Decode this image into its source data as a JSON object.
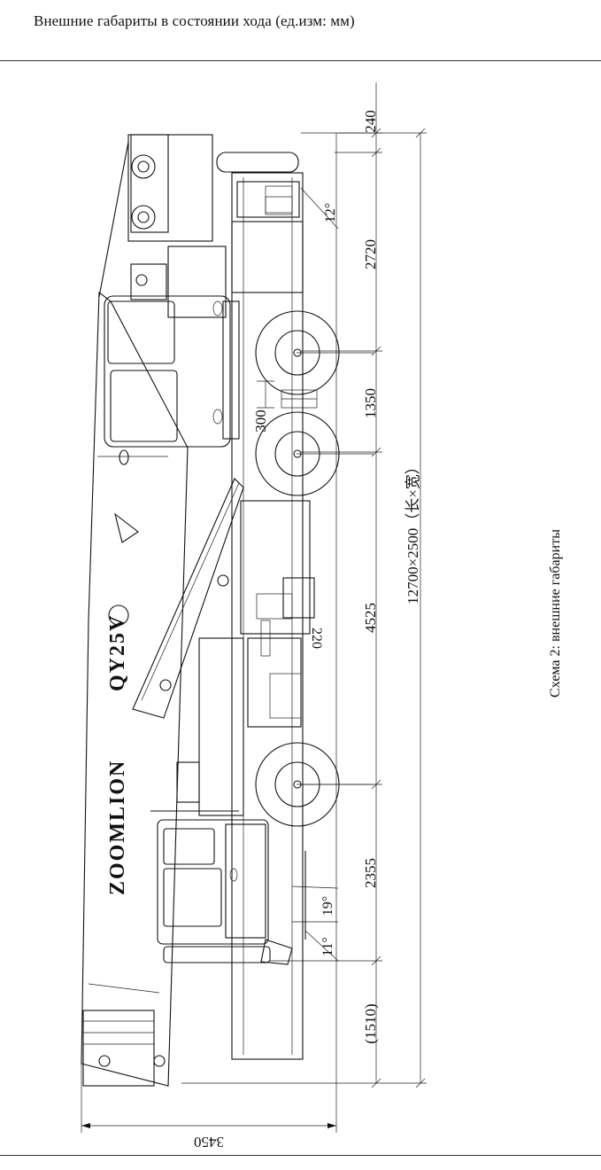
{
  "header": {
    "title": "Внешние габариты в состоянии хода (ед.изм: мм)"
  },
  "diagram": {
    "caption": "Схема 2: внешние габариты",
    "brand_text": "ZOOMLION",
    "model_text": "QY25V",
    "overall_label": "12700×2500（长×宽）",
    "dimensions": [
      "240",
      "2720",
      "1350",
      "4525",
      "2355",
      "(1510)",
      "300",
      "3450"
    ],
    "angles": [
      "12°",
      "19°",
      "11°"
    ],
    "extra_label": "220"
  }
}
